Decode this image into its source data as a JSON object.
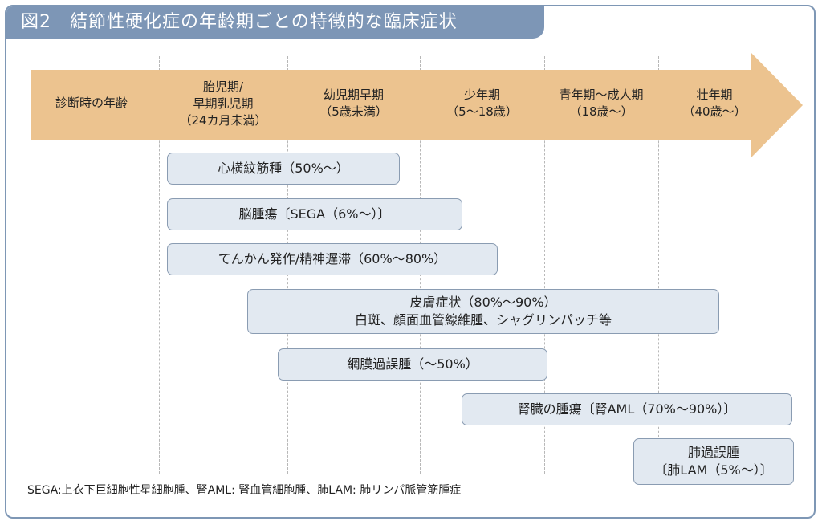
{
  "title": "図2　結節性硬化症の年齢期ごとの特徴的な臨床症状",
  "colors": {
    "frame": "#7e97b5",
    "title_bg": "#7d96b6",
    "arrow": "#ecc38f",
    "box_fill": "#e2e9f1",
    "box_border": "#8a9cb2"
  },
  "arrow": {
    "axis_label": "診断時の年齢",
    "periods": [
      {
        "line1": "胎児期/",
        "line2": "早期乳児期",
        "line3": "（24カ月未満）"
      },
      {
        "line1": "幼児期早期",
        "line2": "（5歳未満）"
      },
      {
        "line1": "少年期",
        "line2": "（5～18歳）"
      },
      {
        "line1": "青年期～成人期",
        "line2": "（18歳～）"
      },
      {
        "line1": "壮年期",
        "line2": "（40歳～）"
      }
    ]
  },
  "features": [
    {
      "line1": "心横紋筋種（50%～）"
    },
    {
      "line1": "脳腫瘍〔SEGA（6%～）〕"
    },
    {
      "line1": "てんかん発作/精神遅滞（60%～80%）"
    },
    {
      "line1": "皮膚症状（80%～90%）",
      "line2": "白斑、顔面血管線維腫、シャグリンパッチ等"
    },
    {
      "line1": "網膜過誤腫（～50%）"
    },
    {
      "line1": "腎臓の腫瘍〔腎AML（70%～90%）〕"
    },
    {
      "line1": "肺過誤腫",
      "line2": "〔肺LAM（5%～）〕"
    }
  ],
  "footnote": "SEGA:上衣下巨細胞性星細胞腫、腎AML: 腎血管細胞腫、肺LAM: 肺リンパ脈管筋腫症"
}
